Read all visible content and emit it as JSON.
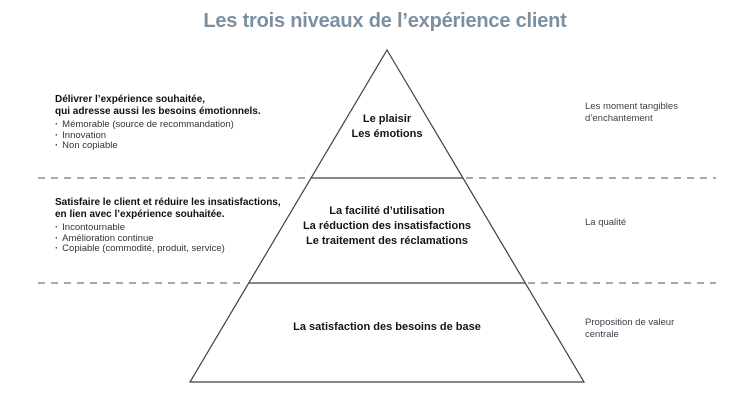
{
  "title": "Les trois niveaux de l’expérience client",
  "colors": {
    "title": "#7b90a1",
    "pyramid_line": "#404040",
    "dashed_line": "#8c8c8c",
    "label_text": "#141414",
    "note_text": "#3d3d47",
    "bullet_text": "#333333"
  },
  "levels": [
    {
      "id": "enchantement",
      "label_lines": [
        "Le plaisir",
        "Les émotions"
      ],
      "left_note": {
        "bold_lines": [
          "Délivrer l’expérience souhaitée,",
          "qui adresse aussi les besoins émotionnels."
        ],
        "bullets": [
          "Mémorable (source de recommandation)",
          "Innovation",
          "Non copiable"
        ]
      },
      "right_note_lines": [
        "Les moment tangibles",
        "d’enchantement"
      ]
    },
    {
      "id": "qualite",
      "label_lines": [
        "La facilité d’utilisation",
        "La réduction des insatisfactions",
        "Le traitement des réclamations"
      ],
      "left_note": {
        "bold_lines": [
          "Satisfaire le client et réduire les insatisfactions,",
          "en lien avec l’expérience souhaitée."
        ],
        "bullets": [
          "Incontournable",
          "Amélioration continue",
          "Copiable (commodité, produit, service)"
        ]
      },
      "right_note_lines": [
        "La qualité"
      ]
    },
    {
      "id": "base",
      "label_lines": [
        "La satisfaction des besoins de base"
      ],
      "right_note_lines": [
        "Proposition de valeur",
        "centrale"
      ]
    }
  ]
}
